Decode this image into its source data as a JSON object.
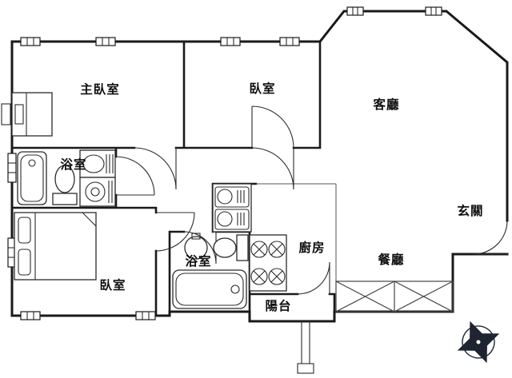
{
  "palette": {
    "wall": "#1a1a1a",
    "line": "#2b2b2b",
    "background": "#ffffff",
    "compass": "#1e2430"
  },
  "rooms": [
    {
      "id": "master-bedroom",
      "label": "主臥室"
    },
    {
      "id": "bedroom-top",
      "label": "臥室"
    },
    {
      "id": "living-room",
      "label": "客廳"
    },
    {
      "id": "entrance",
      "label": "玄關"
    },
    {
      "id": "bathroom-upper",
      "label": "浴室"
    },
    {
      "id": "bedroom-bottom",
      "label": "臥室"
    },
    {
      "id": "bathroom-lower",
      "label": "浴室"
    },
    {
      "id": "kitchen",
      "label": "廚房"
    },
    {
      "id": "dining-room",
      "label": "餐廳"
    },
    {
      "id": "balcony",
      "label": "陽台"
    }
  ]
}
